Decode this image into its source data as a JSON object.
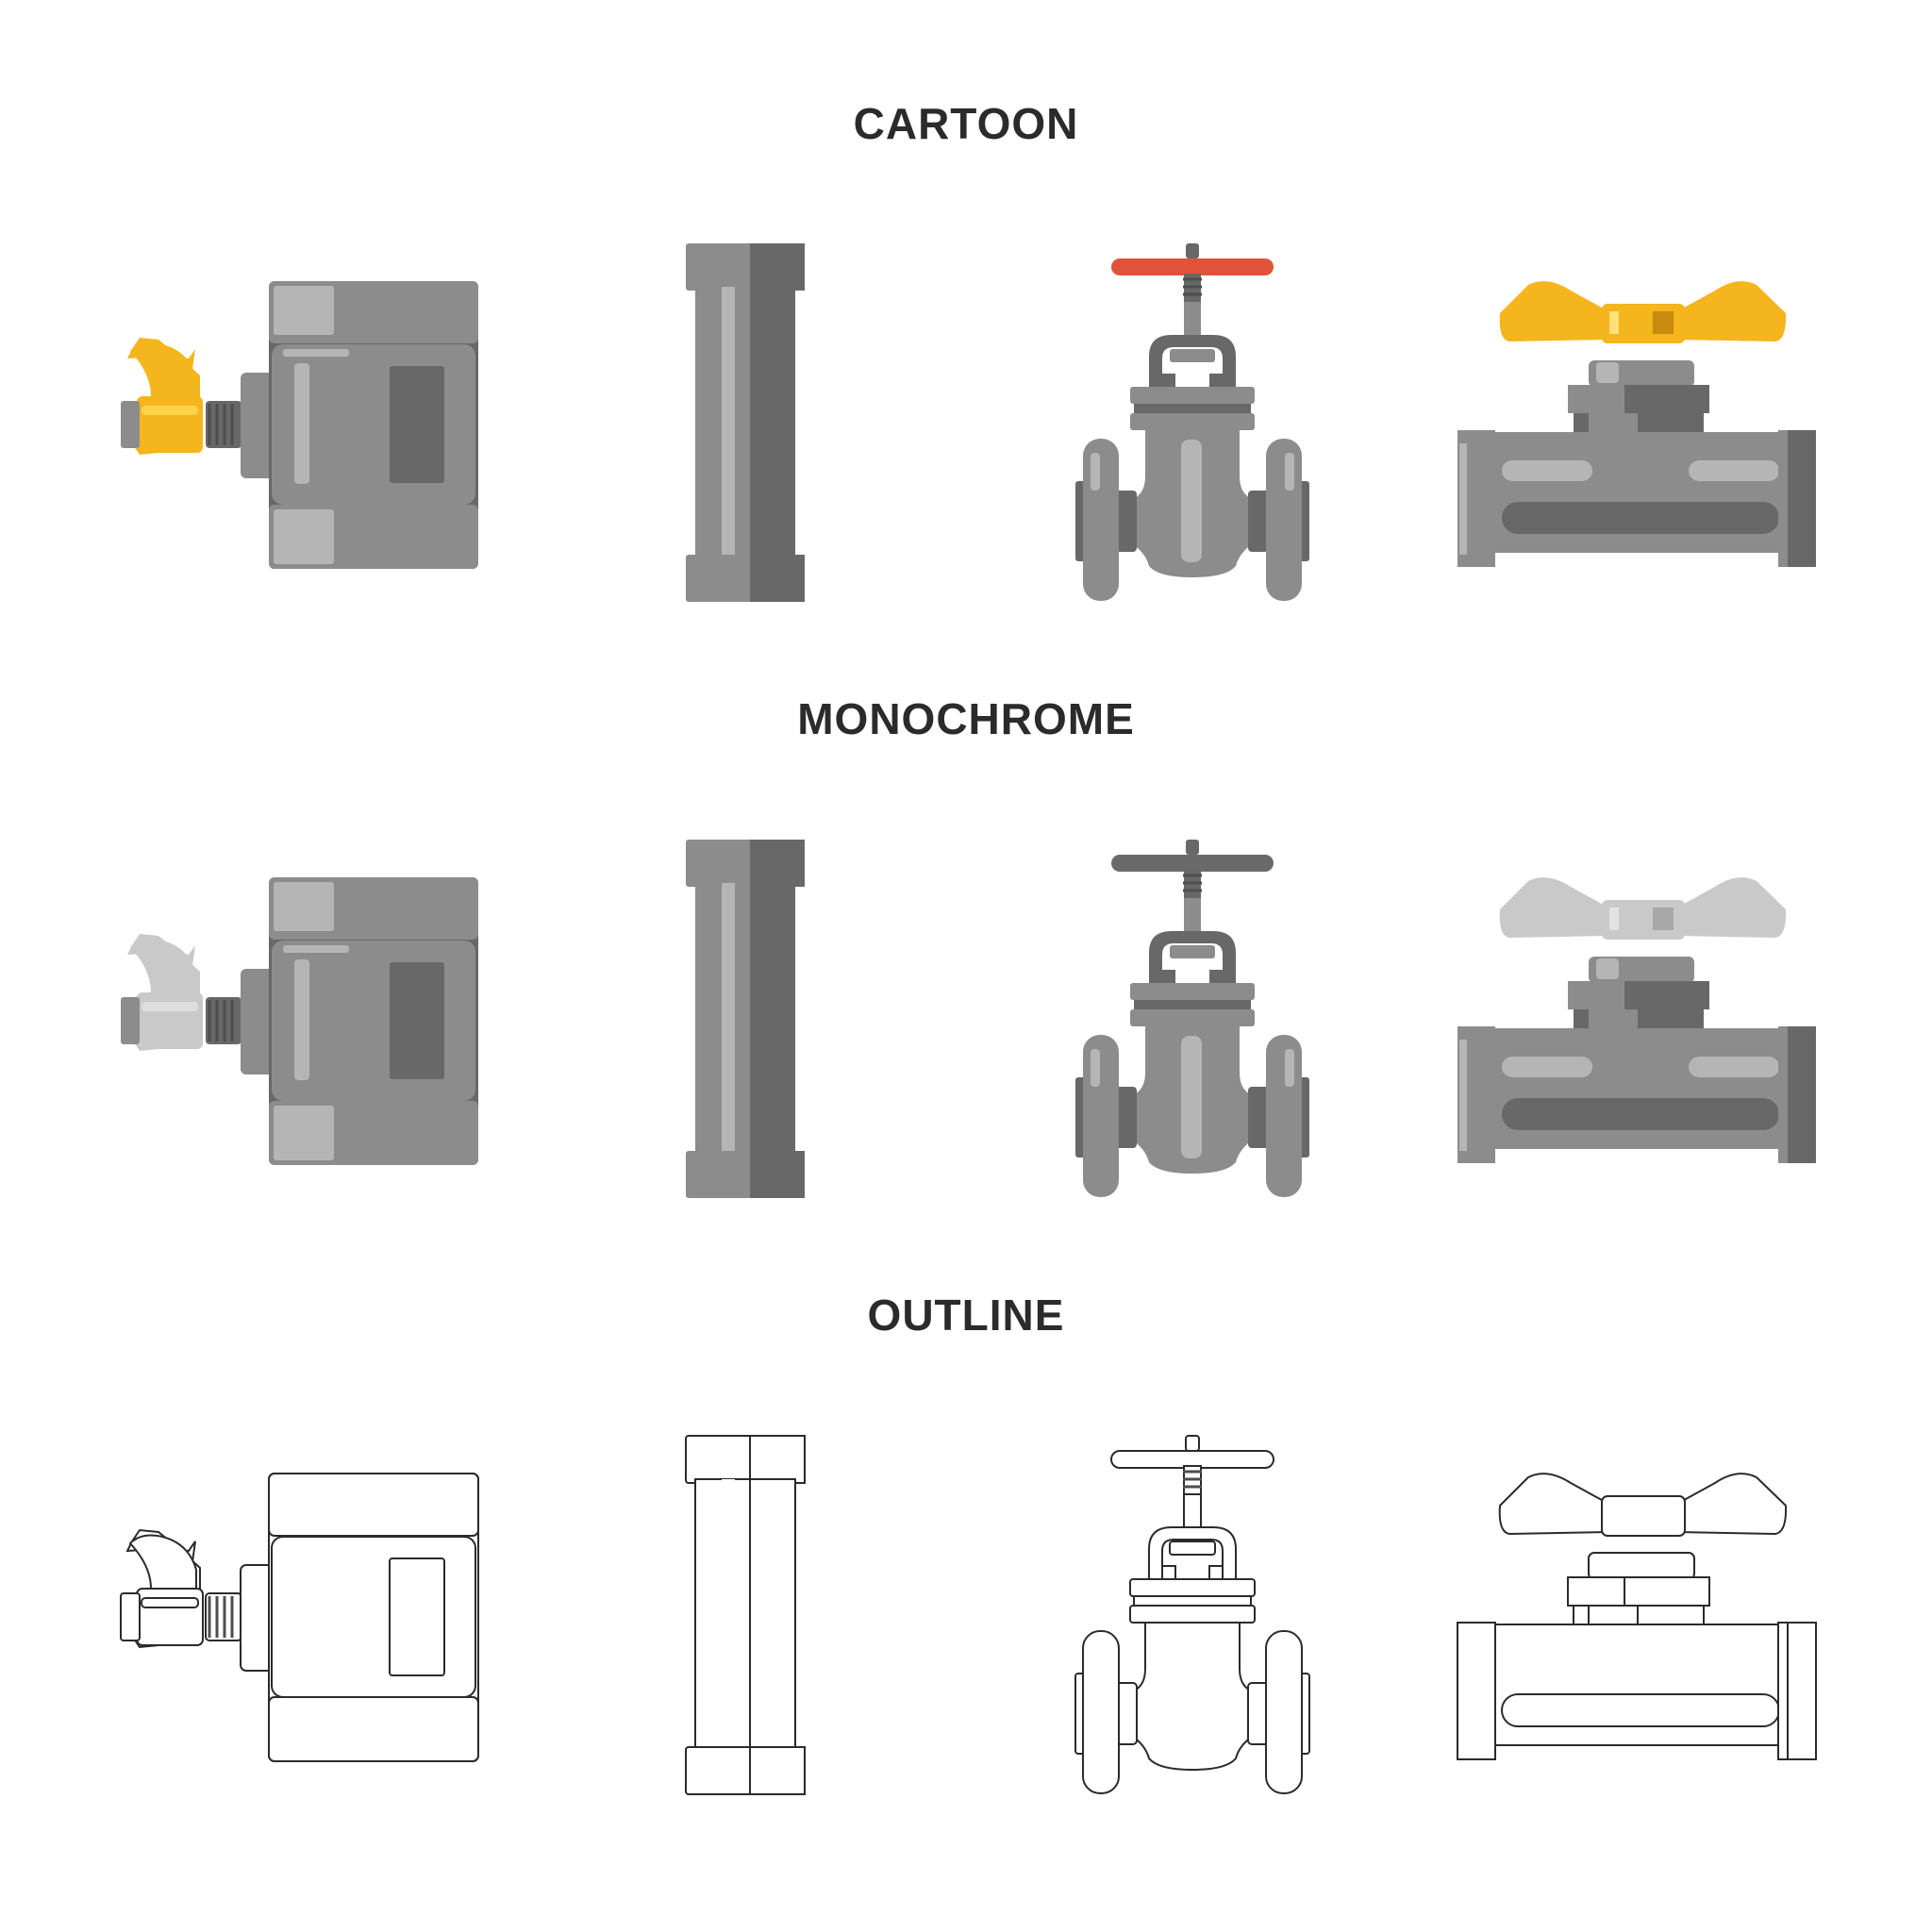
{
  "sections": [
    {
      "title": "CARTOON",
      "style": "cartoon"
    },
    {
      "title": "MONOCHROME",
      "style": "monochrome"
    },
    {
      "title": "OUTLINE",
      "style": "outline"
    }
  ],
  "icons": [
    "wing-nut-valve-icon",
    "pipe-coupling-icon",
    "gate-valve-icon",
    "butterfly-tee-valve-icon"
  ],
  "colors": {
    "cartoon_wing": "#f5b51c",
    "cartoon_handwheel": "#e0533a",
    "cartoon_butterfly": "#f5b51c",
    "mono_wing": "#c9c9c9",
    "mono_handwheel": "#6a6a6a",
    "mono_butterfly": "#c9c9c9",
    "body": "#8c8c8c",
    "body_dark": "#686868",
    "body_light": "#b5b5b5",
    "outline": "#2b2b2b"
  }
}
